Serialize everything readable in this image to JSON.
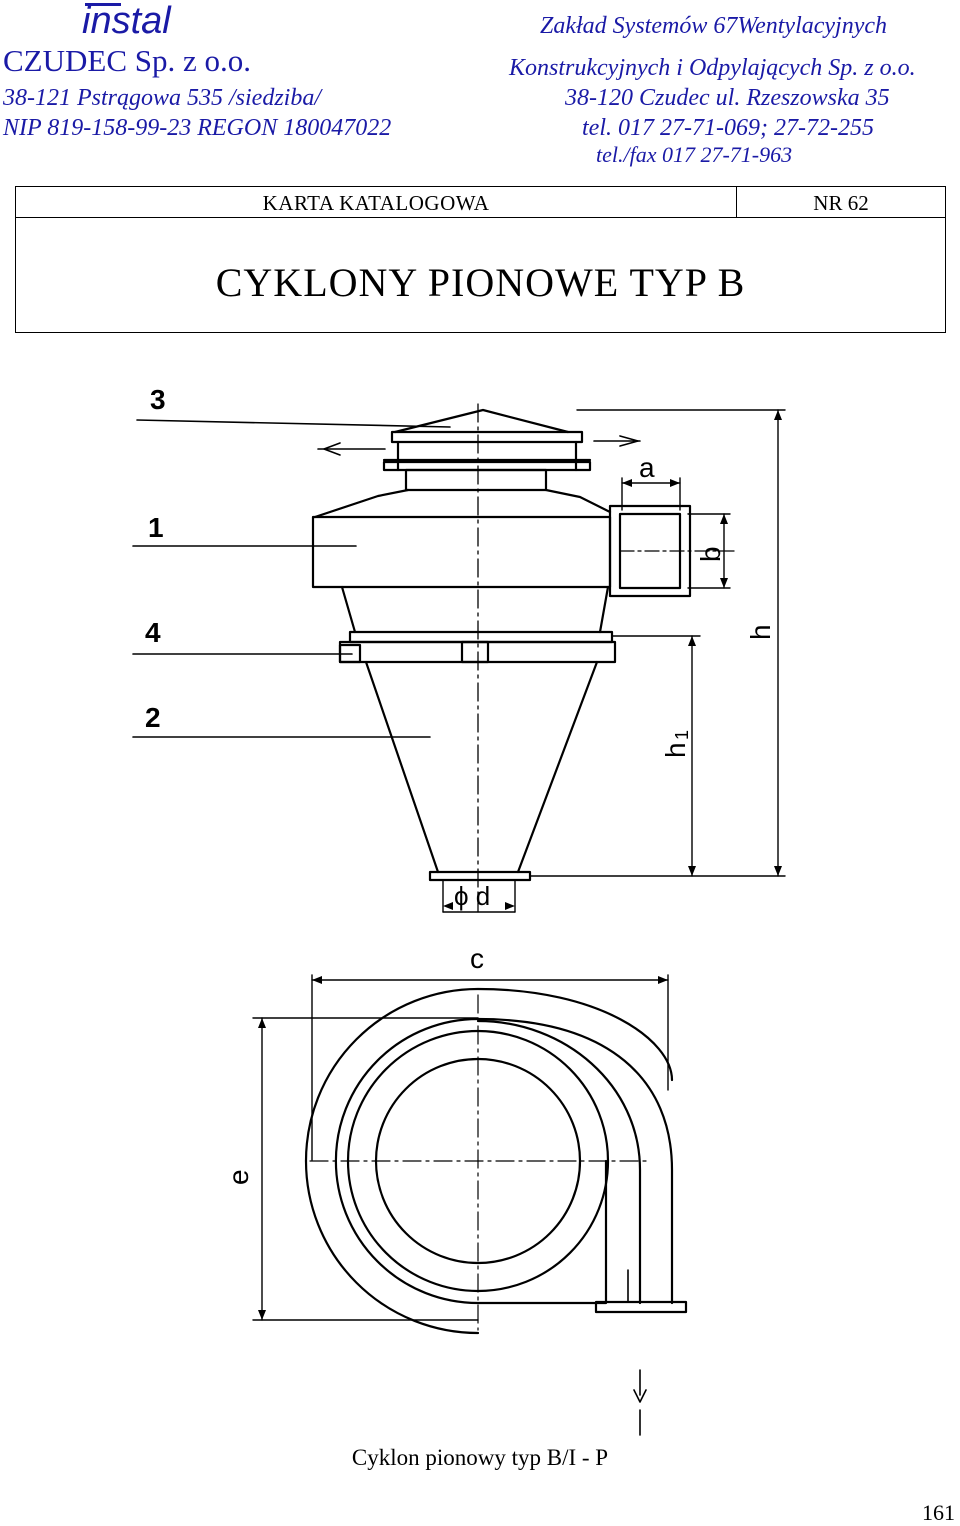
{
  "header": {
    "logo": "instal",
    "company_name": "CZUDEC Sp. z o.o.",
    "left_address": "38-121 Pstrągowa 535 /siedziba/",
    "left_ids": "NIP 819-158-99-23 REGON 180047022",
    "right_line1": "Zakład Systemów 67Wentylacyjnych",
    "right_line2": "Konstrukcyjnych i Odpylających Sp. z o.o.",
    "right_line3": "38-120 Czudec ul. Rzeszowska 35",
    "right_line4": "tel. 017 27-71-069; 27-72-255",
    "right_line5": "tel./fax 017  27-71-963"
  },
  "card": {
    "label": "KARTA  KATALOGOWA",
    "number": "NR  62",
    "title": "CYKLONY   PIONOWE   TYP  B"
  },
  "drawing": {
    "part_labels": [
      "3",
      "1",
      "4",
      "2"
    ],
    "dim_a": "a",
    "dim_b": "b",
    "dim_h": "h",
    "dim_h1": "h",
    "dim_h1_sub": "1",
    "dim_d": "ϕ d",
    "dim_c": "c",
    "dim_e": "e"
  },
  "caption": "Cyklon pionowy typ B/I - P",
  "page_number": "161",
  "colors": {
    "header_blue": "#1a1aa6",
    "ink": "#000000"
  }
}
